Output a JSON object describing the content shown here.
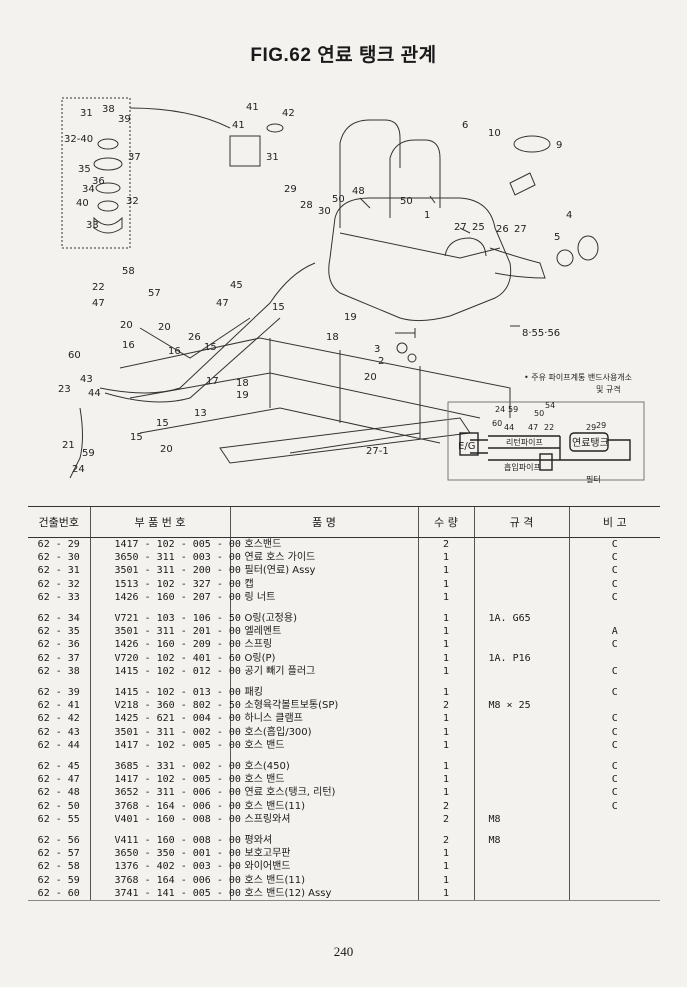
{
  "title": "FIG.62 연료 탱크 관계",
  "page_number": "240",
  "diagram": {
    "callouts": [
      "31",
      "38",
      "39",
      "32-40",
      "37",
      "35",
      "36",
      "34",
      "32",
      "40",
      "33",
      "41",
      "42",
      "41",
      "31",
      "6",
      "10",
      "9",
      "29",
      "28",
      "30",
      "50",
      "48",
      "50",
      "1",
      "27",
      "25",
      "26",
      "27",
      "4",
      "5",
      "22",
      "58",
      "57",
      "47",
      "45",
      "47",
      "15",
      "20",
      "20",
      "16",
      "16",
      "26",
      "15",
      "19",
      "18",
      "3",
      "2",
      "20",
      "60",
      "43",
      "23",
      "44",
      "17",
      "18",
      "19",
      "13",
      "15",
      "15",
      "20",
      "21",
      "59",
      "24",
      "27-1",
      "8·55·56"
    ],
    "note_line1": "• 주유 파이프계통 밴드사용개소",
    "note_line2": "및 규격",
    "inset": {
      "numbers": [
        "24",
        "59",
        "60",
        "44",
        "47",
        "22",
        "50",
        "54",
        "29",
        "29"
      ],
      "eg": "E/G",
      "return_pipe": "리턴파이프",
      "intake_pipe": "흡입파이프",
      "tank": "연료탱크",
      "filter": "필터"
    }
  },
  "table": {
    "headers": [
      "건출번호",
      "부 품 번 호",
      "품 명",
      "수 량",
      "규 격",
      "비 고"
    ],
    "groups": [
      [
        {
          "no": "62 - 29",
          "part": "1417 - 102 - 005 - 00",
          "name": "호스밴드",
          "qty": "2",
          "spec": "",
          "remark": "C"
        },
        {
          "no": "62 - 30",
          "part": "3650 - 311 - 003 - 00",
          "name": "연료 호스 가이드",
          "qty": "1",
          "spec": "",
          "remark": "C"
        },
        {
          "no": "62 - 31",
          "part": "3501 - 311 - 200 - 00",
          "name": "필터(연료) Assy",
          "qty": "1",
          "spec": "",
          "remark": "C"
        },
        {
          "no": "62 - 32",
          "part": "1513 - 102 - 327 - 00",
          "name": "캡",
          "qty": "1",
          "spec": "",
          "remark": "C"
        },
        {
          "no": "62 - 33",
          "part": "1426 - 160 - 207 - 00",
          "name": "링 너트",
          "qty": "1",
          "spec": "",
          "remark": "C"
        }
      ],
      [
        {
          "no": "62 - 34",
          "part": "V721 - 103 - 106 - 50",
          "name": "O링(고정용)",
          "qty": "1",
          "spec": "1A. G65",
          "remark": ""
        },
        {
          "no": "62 - 35",
          "part": "3501 - 311 - 201 - 00",
          "name": "엘레멘트",
          "qty": "1",
          "spec": "",
          "remark": "A"
        },
        {
          "no": "62 - 36",
          "part": "1426 - 160 - 209 - 00",
          "name": "스프링",
          "qty": "1",
          "spec": "",
          "remark": "C"
        },
        {
          "no": "62 - 37",
          "part": "V720 - 102 - 401 - 60",
          "name": "O링(P)",
          "qty": "1",
          "spec": "1A. P16",
          "remark": ""
        },
        {
          "no": "62 - 38",
          "part": "1415 - 102 - 012 - 00",
          "name": "공기 빼기 플러그",
          "qty": "1",
          "spec": "",
          "remark": "C"
        }
      ],
      [
        {
          "no": "62 - 39",
          "part": "1415 - 102 - 013 - 00",
          "name": "패킹",
          "qty": "1",
          "spec": "",
          "remark": "C"
        },
        {
          "no": "62 - 41",
          "part": "V218 - 360 - 802 - 50",
          "name": "소형육각볼트보통(SP)",
          "qty": "2",
          "spec": "M8 × 25",
          "remark": ""
        },
        {
          "no": "62 - 42",
          "part": "1425 - 621 - 004 - 00",
          "name": "하니스 클램프",
          "qty": "1",
          "spec": "",
          "remark": "C"
        },
        {
          "no": "62 - 43",
          "part": "3501 - 311 - 002 - 00",
          "name": "호스(흡입/300)",
          "qty": "1",
          "spec": "",
          "remark": "C"
        },
        {
          "no": "62 - 44",
          "part": "1417 - 102 - 005 - 00",
          "name": "호스 밴드",
          "qty": "1",
          "spec": "",
          "remark": "C"
        }
      ],
      [
        {
          "no": "62 - 45",
          "part": "3685 - 331 - 002 - 00",
          "name": "호스(450)",
          "qty": "1",
          "spec": "",
          "remark": "C"
        },
        {
          "no": "62 - 47",
          "part": "1417 - 102 - 005 - 00",
          "name": "호스 밴드",
          "qty": "1",
          "spec": "",
          "remark": "C"
        },
        {
          "no": "62 - 48",
          "part": "3652 - 311 - 006 - 00",
          "name": "연료 호스(탱크, 리턴)",
          "qty": "1",
          "spec": "",
          "remark": "C"
        },
        {
          "no": "62 - 50",
          "part": "3768 - 164 - 006 - 00",
          "name": "호스 밴드(11)",
          "qty": "2",
          "spec": "",
          "remark": "C"
        },
        {
          "no": "62 - 55",
          "part": "V401 - 160 - 008 - 00",
          "name": "스프링와셔",
          "qty": "2",
          "spec": "M8",
          "remark": ""
        }
      ],
      [
        {
          "no": "62 - 56",
          "part": "V411 - 160 - 008 - 00",
          "name": "평와셔",
          "qty": "2",
          "spec": "M8",
          "remark": ""
        },
        {
          "no": "62 - 57",
          "part": "3650 - 350 - 001 - 00",
          "name": "보호고무판",
          "qty": "1",
          "spec": "",
          "remark": ""
        },
        {
          "no": "62 - 58",
          "part": "1376 - 402 - 003 - 00",
          "name": "와이어밴드",
          "qty": "1",
          "spec": "",
          "remark": ""
        },
        {
          "no": "62 - 59",
          "part": "3768 - 164 - 006 - 00",
          "name": "호스 밴드(11)",
          "qty": "1",
          "spec": "",
          "remark": ""
        },
        {
          "no": "62 - 60",
          "part": "3741 - 141 - 005 - 00",
          "name": "호스 밴드(12) Assy",
          "qty": "1",
          "spec": "",
          "remark": ""
        }
      ]
    ]
  }
}
